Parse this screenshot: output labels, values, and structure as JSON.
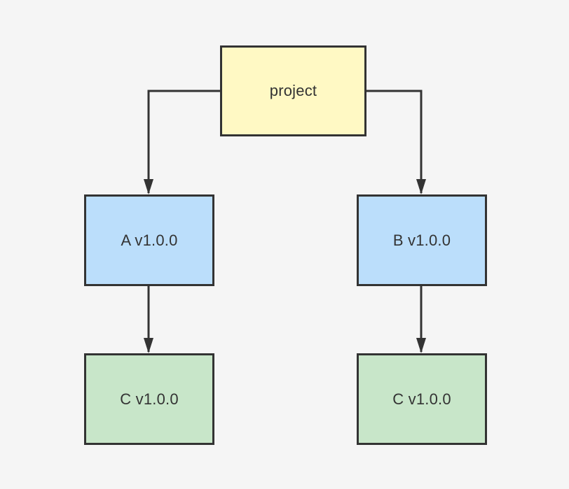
{
  "diagram": {
    "nodes": [
      {
        "id": "project",
        "label": "project",
        "color": "#fff9c4"
      },
      {
        "id": "a",
        "label": "A v1.0.0",
        "color": "#bbdefb"
      },
      {
        "id": "b",
        "label": "B v1.0.0",
        "color": "#bbdefb"
      },
      {
        "id": "ca",
        "label": "C v1.0.0",
        "color": "#c8e6c9"
      },
      {
        "id": "cb",
        "label": "C v1.0.0",
        "color": "#c8e6c9"
      }
    ],
    "edges": [
      {
        "from": "project",
        "to": "a"
      },
      {
        "from": "project",
        "to": "b"
      },
      {
        "from": "a",
        "to": "ca"
      },
      {
        "from": "b",
        "to": "cb"
      }
    ],
    "colors": {
      "background": "#f5f5f5",
      "stroke": "#333333"
    }
  }
}
